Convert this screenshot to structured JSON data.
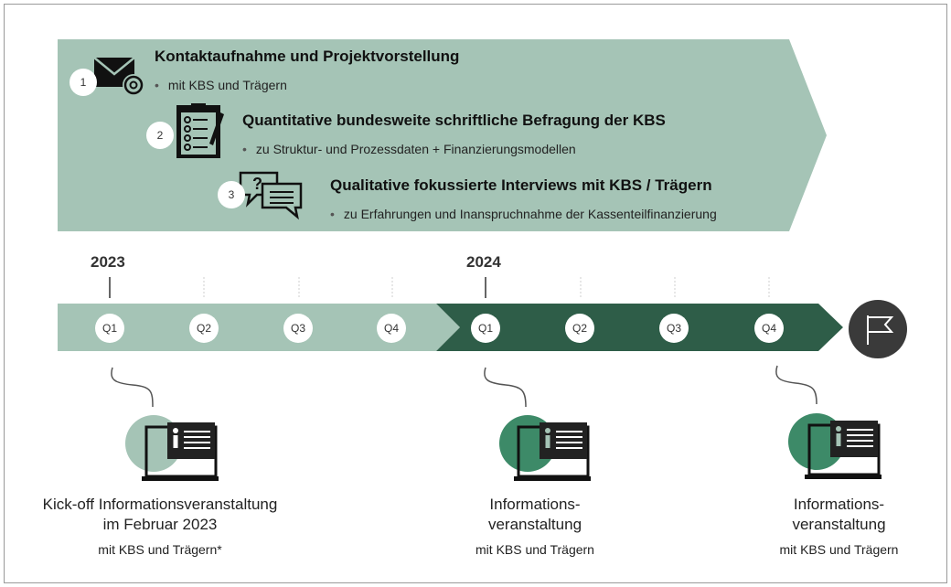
{
  "steps": [
    {
      "num": "1",
      "title": "Kontaktaufnahme und Projektvorstellung",
      "bullet": "mit KBS und Trägern",
      "icon": "envelope-at-icon"
    },
    {
      "num": "2",
      "title": "Quantitative bundesweite schriftliche Befragung der KBS",
      "bullet": "zu Struktur- und Prozessdaten + Finanzierungsmodellen",
      "icon": "checklist-icon"
    },
    {
      "num": "3",
      "title": "Qualitative fokussierte Interviews mit KBS / Trägern",
      "bullet": "zu Erfahrungen und Inanspruchnahme der Kassenteilfinanzierung",
      "icon": "speech-bubbles-icon"
    }
  ],
  "timeline": {
    "years": [
      "2023",
      "2024"
    ],
    "quarters": [
      "Q1",
      "Q2",
      "Q3",
      "Q4",
      "Q1",
      "Q2",
      "Q3",
      "Q4"
    ],
    "end_icon": "flag-icon"
  },
  "events": [
    {
      "line1": "Kick-off Informationsveranstaltung",
      "line2": "im Februar 2023",
      "sub": "mit KBS und Trägern*"
    },
    {
      "line1": "Informations-",
      "line2": "veranstaltung",
      "sub": "mit KBS und Trägern"
    },
    {
      "line1": "Informations-",
      "line2": "veranstaltung",
      "sub": "mit KBS und Trägern"
    }
  ],
  "colors": {
    "light_green": "#a5c4b6",
    "dark_green": "#2e5d48",
    "mid_green": "#3d8a68",
    "flag_circle": "#3a3a3a"
  }
}
